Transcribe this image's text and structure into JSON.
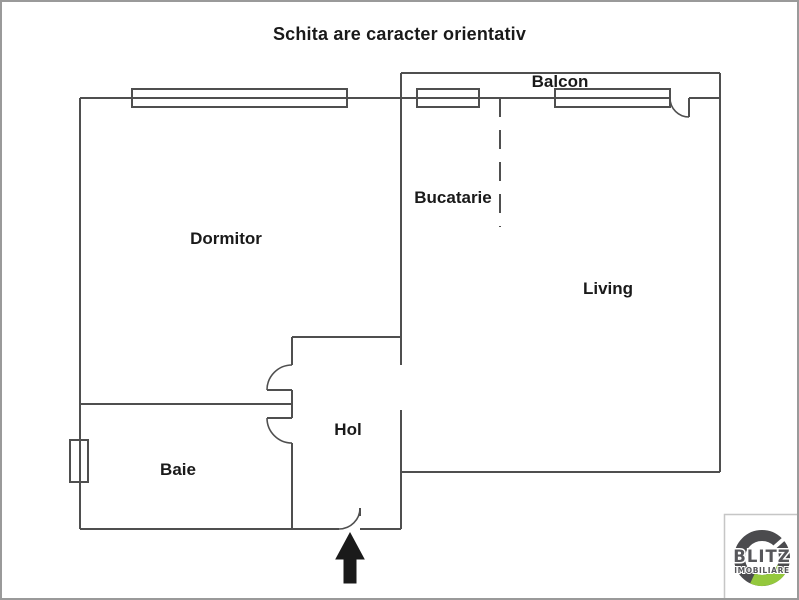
{
  "title": "Schita are caracter orientativ",
  "rooms": {
    "balcon": {
      "label": "Balcon"
    },
    "bucatarie": {
      "label": "Bucatarie"
    },
    "dormitor": {
      "label": "Dormitor"
    },
    "living": {
      "label": "Living"
    },
    "hol": {
      "label": "Hol"
    },
    "baie": {
      "label": "Baie"
    }
  },
  "branding": {
    "name": "BLITZ",
    "tagline": "IMOBILIARE"
  },
  "colors": {
    "wall": "#4f4f4f",
    "label_text": "#1a1a1a",
    "outer_border": "#9a9a9a",
    "logo_gray": "#57575b",
    "logo_green": "#94c83d"
  }
}
